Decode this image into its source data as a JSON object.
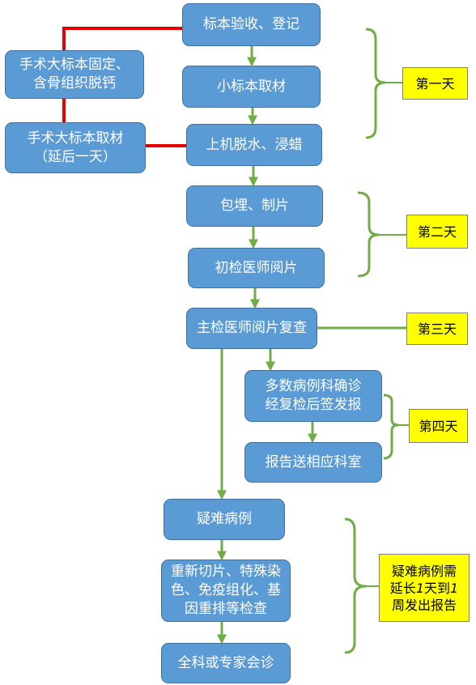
{
  "colors": {
    "node_fill": "#5b9bd5",
    "node_border": "#41719c",
    "node_text": "#ffffff",
    "flow_arrow": "#70ad47",
    "side_link": "#e60000",
    "label_fill": "#ffff00",
    "label_text": "#000000"
  },
  "nodes": {
    "specimen_receipt": "标本验收、登记",
    "small_specimen_sampling": "小标本取材",
    "large_specimen_fixation": "手术大标本固定、\n含骨组织脱钙",
    "large_specimen_sampling": "手术大标本取材\n（延后一天）",
    "dehydration_embedding": "上机脱水、浸蜡",
    "embedding_sectioning": "包埋、制片",
    "initial_review": "初检医师阅片",
    "chief_review": "主检医师阅片复查",
    "diagnosis_report": "多数病例科确诊\n经复检后签发报",
    "report_delivery": "报告送相应科室",
    "difficult_case": "疑难病例",
    "further_tests": "重新切片、特殊染\n色、免疫组化、基\n因重排等检查",
    "consultation": "全科或专家会诊"
  },
  "day_labels": {
    "day1": "第一天",
    "day2": "第二天",
    "day3": "第三天",
    "day4": "第四天",
    "difficult": {
      "line1": "疑难病例需",
      "line2_a": "延长",
      "line2_num1": "1",
      "line2_b": "天到",
      "line2_num2": "1",
      "line3": "周发出报告"
    }
  }
}
